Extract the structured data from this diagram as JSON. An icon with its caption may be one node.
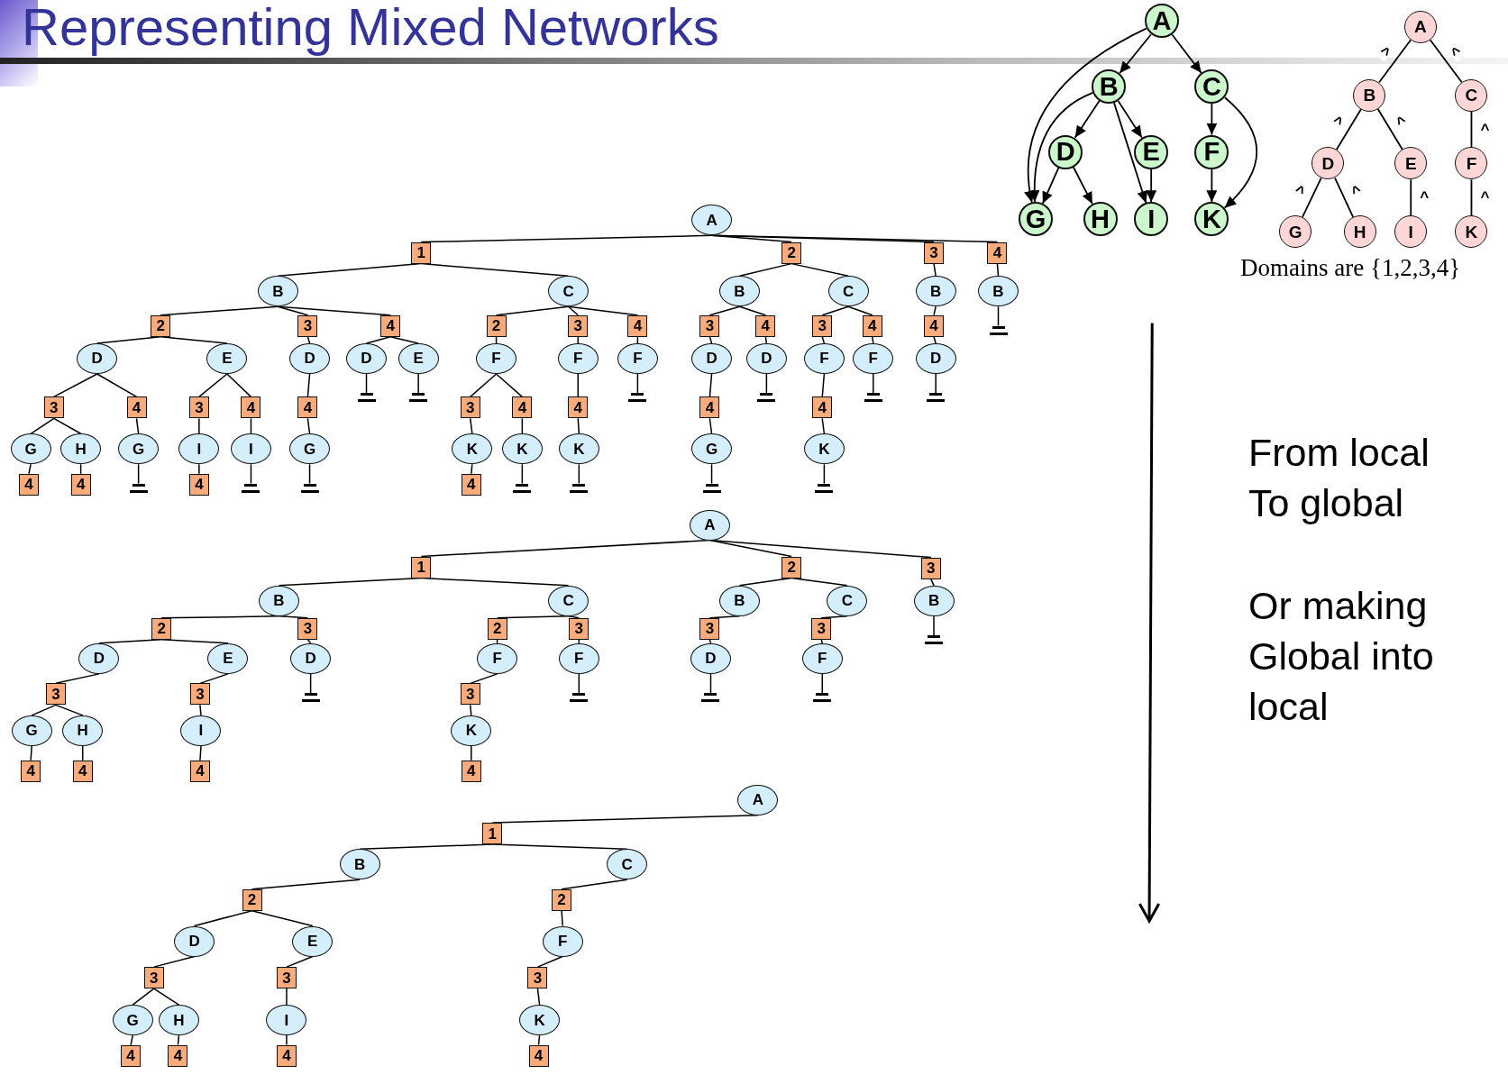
{
  "diagram": {
    "title": "Representing Mixed Networks",
    "nodes": [
      {
        "text": [
          "A"
        ]
      },
      {
        "text": [
          "B"
        ]
      },
      {
        "text": [
          "C"
        ]
      },
      {
        "text": [
          "D"
        ]
      },
      {
        "text": [
          "E"
        ]
      },
      {
        "text": [
          "F"
        ]
      },
      {
        "text": [
          "G"
        ]
      },
      {
        "text": [
          "H"
        ]
      },
      {
        "text": [
          "I"
        ]
      },
      {
        "text": [
          "K"
        ]
      },
      {
        "text": [
          "A"
        ]
      },
      {
        "text": [
          "B"
        ]
      },
      {
        "text": [
          "C"
        ]
      },
      {
        "text": [
          "D"
        ]
      },
      {
        "text": [
          "E"
        ]
      },
      {
        "text": [
          "F"
        ]
      },
      {
        "text": [
          "G"
        ]
      },
      {
        "text": [
          "H"
        ]
      },
      {
        "text": [
          "I"
        ]
      },
      {
        "text": [
          "K"
        ]
      },
      {
        "text": [
          "A"
        ]
      },
      {
        "text": [
          "1"
        ]
      },
      {
        "text": [
          "B"
        ]
      },
      {
        "text": [
          "2"
        ]
      },
      {
        "text": [
          "D"
        ]
      },
      {
        "text": [
          "3"
        ]
      },
      {
        "text": [
          "G"
        ]
      },
      {
        "text": [
          "4"
        ]
      },
      {
        "text": [
          "H"
        ]
      },
      {
        "text": [
          "4"
        ]
      },
      {
        "text": [
          "4"
        ]
      },
      {
        "text": [
          "G"
        ]
      },
      {
        "text": [
          "E"
        ]
      },
      {
        "text": [
          "3"
        ]
      },
      {
        "text": [
          "I"
        ]
      },
      {
        "text": [
          "4"
        ]
      },
      {
        "text": [
          "4"
        ]
      },
      {
        "text": [
          "I"
        ]
      },
      {
        "text": [
          "3"
        ]
      },
      {
        "text": [
          "D"
        ]
      },
      {
        "text": [
          "4"
        ]
      },
      {
        "text": [
          "G"
        ]
      },
      {
        "text": [
          "4"
        ]
      },
      {
        "text": [
          "D"
        ]
      },
      {
        "text": [
          "E"
        ]
      },
      {
        "text": [
          "C"
        ]
      },
      {
        "text": [
          "2"
        ]
      },
      {
        "text": [
          "F"
        ]
      },
      {
        "text": [
          "3"
        ]
      },
      {
        "text": [
          "K"
        ]
      },
      {
        "text": [
          "4"
        ]
      },
      {
        "text": [
          "4"
        ]
      },
      {
        "text": [
          "K"
        ]
      },
      {
        "text": [
          "3"
        ]
      },
      {
        "text": [
          "F"
        ]
      },
      {
        "text": [
          "4"
        ]
      },
      {
        "text": [
          "K"
        ]
      },
      {
        "text": [
          "4"
        ]
      },
      {
        "text": [
          "F"
        ]
      },
      {
        "text": [
          "2"
        ]
      },
      {
        "text": [
          "B"
        ]
      },
      {
        "text": [
          "3"
        ]
      },
      {
        "text": [
          "D"
        ]
      },
      {
        "text": [
          "4"
        ]
      },
      {
        "text": [
          "G"
        ]
      },
      {
        "text": [
          "4"
        ]
      },
      {
        "text": [
          "D"
        ]
      },
      {
        "text": [
          "C"
        ]
      },
      {
        "text": [
          "3"
        ]
      },
      {
        "text": [
          "F"
        ]
      },
      {
        "text": [
          "4"
        ]
      },
      {
        "text": [
          "K"
        ]
      },
      {
        "text": [
          "4"
        ]
      },
      {
        "text": [
          "F"
        ]
      },
      {
        "text": [
          "3"
        ]
      },
      {
        "text": [
          "B"
        ]
      },
      {
        "text": [
          "4"
        ]
      },
      {
        "text": [
          "D"
        ]
      },
      {
        "text": [
          "4"
        ]
      },
      {
        "text": [
          "B"
        ]
      },
      {
        "text": [
          "A"
        ]
      },
      {
        "text": [
          "1"
        ]
      },
      {
        "text": [
          "B"
        ]
      },
      {
        "text": [
          "2"
        ]
      },
      {
        "text": [
          "D"
        ]
      },
      {
        "text": [
          "3"
        ]
      },
      {
        "text": [
          "G"
        ]
      },
      {
        "text": [
          "4"
        ]
      },
      {
        "text": [
          "H"
        ]
      },
      {
        "text": [
          "4"
        ]
      },
      {
        "text": [
          "E"
        ]
      },
      {
        "text": [
          "3"
        ]
      },
      {
        "text": [
          "I"
        ]
      },
      {
        "text": [
          "4"
        ]
      },
      {
        "text": [
          "3"
        ]
      },
      {
        "text": [
          "D"
        ]
      },
      {
        "text": [
          "C"
        ]
      },
      {
        "text": [
          "2"
        ]
      },
      {
        "text": [
          "F"
        ]
      },
      {
        "text": [
          "3"
        ]
      },
      {
        "text": [
          "K"
        ]
      },
      {
        "text": [
          "4"
        ]
      },
      {
        "text": [
          "3"
        ]
      },
      {
        "text": [
          "F"
        ]
      },
      {
        "text": [
          "2"
        ]
      },
      {
        "text": [
          "B"
        ]
      },
      {
        "text": [
          "3"
        ]
      },
      {
        "text": [
          "D"
        ]
      },
      {
        "text": [
          "C"
        ]
      },
      {
        "text": [
          "3"
        ]
      },
      {
        "text": [
          "F"
        ]
      },
      {
        "text": [
          "3"
        ]
      },
      {
        "text": [
          "B"
        ]
      },
      {
        "text": [
          "A"
        ]
      },
      {
        "text": [
          "1"
        ]
      },
      {
        "text": [
          "B"
        ]
      },
      {
        "text": [
          "2"
        ]
      },
      {
        "text": [
          "D"
        ]
      },
      {
        "text": [
          "3"
        ]
      },
      {
        "text": [
          "G"
        ]
      },
      {
        "text": [
          "4"
        ]
      },
      {
        "text": [
          "H"
        ]
      },
      {
        "text": [
          "4"
        ]
      },
      {
        "text": [
          "E"
        ]
      },
      {
        "text": [
          "3"
        ]
      },
      {
        "text": [
          "I"
        ]
      },
      {
        "text": [
          "4"
        ]
      },
      {
        "text": [
          "C"
        ]
      },
      {
        "text": [
          "2"
        ]
      },
      {
        "text": [
          "F"
        ]
      },
      {
        "text": [
          "3"
        ]
      },
      {
        "text": [
          "K"
        ]
      },
      {
        "text": [
          "4"
        ]
      },
      {
        "text": [],
        "shape": "bar"
      },
      {
        "text": [],
        "shape": "bar"
      },
      {
        "text": [],
        "shape": "bar"
      },
      {
        "text": [],
        "shape": "bar"
      },
      {
        "text": [],
        "shape": "bar"
      },
      {
        "text": [],
        "shape": "bar"
      },
      {
        "text": [],
        "shape": "bar"
      },
      {
        "text": [],
        "shape": "bar"
      },
      {
        "text": [],
        "shape": "bar"
      },
      {
        "text": [],
        "shape": "bar"
      },
      {
        "text": [],
        "shape": "bar"
      },
      {
        "text": [],
        "shape": "bar"
      },
      {
        "text": [],
        "shape": "bar"
      },
      {
        "text": [],
        "shape": "bar"
      },
      {
        "text": [],
        "shape": "bar"
      },
      {
        "text": [],
        "shape": "bar"
      },
      {
        "text": [],
        "shape": "bar"
      },
      {
        "text": [],
        "shape": "bar"
      },
      {
        "text": [],
        "shape": "bar"
      }
    ],
    "edges": [
      {
        "from": 0,
        "to": 1,
        "arrow": "to"
      },
      {
        "from": 0,
        "to": 2,
        "arrow": "to"
      },
      {
        "from": 0,
        "to": 6,
        "arrow": "to"
      },
      {
        "from": 1,
        "to": 3,
        "arrow": "to"
      },
      {
        "from": 1,
        "to": 4,
        "arrow": "to"
      },
      {
        "from": 1,
        "to": 8,
        "arrow": "to"
      },
      {
        "from": 1,
        "to": 6,
        "arrow": "to"
      },
      {
        "from": 2,
        "to": 5,
        "arrow": "to"
      },
      {
        "from": 2,
        "to": 9,
        "arrow": "to"
      },
      {
        "from": 3,
        "to": 6,
        "arrow": "to"
      },
      {
        "from": 3,
        "to": 7,
        "arrow": "to"
      },
      {
        "from": 4,
        "to": 8,
        "arrow": "to"
      },
      {
        "from": 5,
        "to": 9,
        "arrow": "to"
      },
      {
        "from": 10,
        "to": 11,
        "arrow": "none",
        "label": "^"
      },
      {
        "from": 10,
        "to": 12,
        "arrow": "none",
        "label": "^"
      },
      {
        "from": 11,
        "to": 13,
        "arrow": "none",
        "label": "^"
      },
      {
        "from": 11,
        "to": 14,
        "arrow": "none",
        "label": "^"
      },
      {
        "from": 12,
        "to": 15,
        "arrow": "none",
        "label": "^"
      },
      {
        "from": 13,
        "to": 16,
        "arrow": "none",
        "label": "^"
      },
      {
        "from": 13,
        "to": 17,
        "arrow": "none",
        "label": "^"
      },
      {
        "from": 14,
        "to": 18,
        "arrow": "none",
        "label": "^"
      },
      {
        "from": 15,
        "to": 19,
        "arrow": "none",
        "label": "^"
      },
      {
        "from": 20,
        "to": 21,
        "arrow": "none"
      },
      {
        "from": 20,
        "to": 59,
        "arrow": "none"
      },
      {
        "from": 20,
        "to": 74,
        "arrow": "none"
      },
      {
        "from": 20,
        "to": 78,
        "arrow": "none"
      },
      {
        "from": 21,
        "to": 22,
        "arrow": "none"
      },
      {
        "from": 21,
        "to": 45,
        "arrow": "none"
      },
      {
        "from": 22,
        "to": 23,
        "arrow": "none"
      },
      {
        "from": 22,
        "to": 38,
        "arrow": "none"
      },
      {
        "from": 22,
        "to": 42,
        "arrow": "none"
      },
      {
        "from": 23,
        "to": 24,
        "arrow": "none"
      },
      {
        "from": 23,
        "to": 32,
        "arrow": "none"
      },
      {
        "from": 24,
        "to": 25,
        "arrow": "none"
      },
      {
        "from": 24,
        "to": 30,
        "arrow": "none"
      },
      {
        "from": 25,
        "to": 26,
        "arrow": "none"
      },
      {
        "from": 25,
        "to": 28,
        "arrow": "none"
      },
      {
        "from": 26,
        "to": 27,
        "arrow": "none"
      },
      {
        "from": 28,
        "to": 29,
        "arrow": "none"
      },
      {
        "from": 30,
        "to": 31,
        "arrow": "none"
      },
      {
        "from": 32,
        "to": 33,
        "arrow": "none"
      },
      {
        "from": 32,
        "to": 36,
        "arrow": "none"
      },
      {
        "from": 33,
        "to": 34,
        "arrow": "none"
      },
      {
        "from": 34,
        "to": 35,
        "arrow": "none"
      },
      {
        "from": 36,
        "to": 37,
        "arrow": "none"
      },
      {
        "from": 38,
        "to": 39,
        "arrow": "none"
      },
      {
        "from": 39,
        "to": 40,
        "arrow": "none"
      },
      {
        "from": 40,
        "to": 41,
        "arrow": "none"
      },
      {
        "from": 42,
        "to": 43,
        "arrow": "none"
      },
      {
        "from": 42,
        "to": 44,
        "arrow": "none"
      },
      {
        "from": 45,
        "to": 46,
        "arrow": "none"
      },
      {
        "from": 45,
        "to": 53,
        "arrow": "none"
      },
      {
        "from": 45,
        "to": 57,
        "arrow": "none"
      },
      {
        "from": 46,
        "to": 47,
        "arrow": "none"
      },
      {
        "from": 47,
        "to": 48,
        "arrow": "none"
      },
      {
        "from": 47,
        "to": 51,
        "arrow": "none"
      },
      {
        "from": 48,
        "to": 49,
        "arrow": "none"
      },
      {
        "from": 49,
        "to": 50,
        "arrow": "none"
      },
      {
        "from": 51,
        "to": 52,
        "arrow": "none"
      },
      {
        "from": 53,
        "to": 54,
        "arrow": "none"
      },
      {
        "from": 54,
        "to": 55,
        "arrow": "none"
      },
      {
        "from": 55,
        "to": 56,
        "arrow": "none"
      },
      {
        "from": 57,
        "to": 58,
        "arrow": "none"
      },
      {
        "from": 59,
        "to": 60,
        "arrow": "none"
      },
      {
        "from": 59,
        "to": 67,
        "arrow": "none"
      },
      {
        "from": 60,
        "to": 61,
        "arrow": "none"
      },
      {
        "from": 60,
        "to": 65,
        "arrow": "none"
      },
      {
        "from": 61,
        "to": 62,
        "arrow": "none"
      },
      {
        "from": 62,
        "to": 63,
        "arrow": "none"
      },
      {
        "from": 63,
        "to": 64,
        "arrow": "none"
      },
      {
        "from": 65,
        "to": 66,
        "arrow": "none"
      },
      {
        "from": 67,
        "to": 68,
        "arrow": "none"
      },
      {
        "from": 67,
        "to": 72,
        "arrow": "none"
      },
      {
        "from": 68,
        "to": 69,
        "arrow": "none"
      },
      {
        "from": 69,
        "to": 70,
        "arrow": "none"
      },
      {
        "from": 70,
        "to": 71,
        "arrow": "none"
      },
      {
        "from": 72,
        "to": 73,
        "arrow": "none"
      },
      {
        "from": 74,
        "to": 75,
        "arrow": "none"
      },
      {
        "from": 75,
        "to": 76,
        "arrow": "none"
      },
      {
        "from": 76,
        "to": 77,
        "arrow": "none"
      },
      {
        "from": 78,
        "to": 79,
        "arrow": "none"
      },
      {
        "from": 31,
        "to": 133,
        "arrow": "none"
      },
      {
        "from": 37,
        "to": 134,
        "arrow": "none"
      },
      {
        "from": 41,
        "to": 135,
        "arrow": "none"
      },
      {
        "from": 43,
        "to": 136,
        "arrow": "none"
      },
      {
        "from": 44,
        "to": 137,
        "arrow": "none"
      },
      {
        "from": 52,
        "to": 138,
        "arrow": "none"
      },
      {
        "from": 56,
        "to": 139,
        "arrow": "none"
      },
      {
        "from": 58,
        "to": 140,
        "arrow": "none"
      },
      {
        "from": 64,
        "to": 141,
        "arrow": "none"
      },
      {
        "from": 66,
        "to": 142,
        "arrow": "none"
      },
      {
        "from": 71,
        "to": 143,
        "arrow": "none"
      },
      {
        "from": 73,
        "to": 144,
        "arrow": "none"
      },
      {
        "from": 77,
        "to": 145,
        "arrow": "none"
      },
      {
        "from": 79,
        "to": 146,
        "arrow": "none"
      },
      {
        "from": 80,
        "to": 81,
        "arrow": "none"
      },
      {
        "from": 80,
        "to": 104,
        "arrow": "none"
      },
      {
        "from": 80,
        "to": 111,
        "arrow": "none"
      },
      {
        "from": 81,
        "to": 82,
        "arrow": "none"
      },
      {
        "from": 81,
        "to": 96,
        "arrow": "none"
      },
      {
        "from": 82,
        "to": 83,
        "arrow": "none"
      },
      {
        "from": 82,
        "to": 94,
        "arrow": "none"
      },
      {
        "from": 83,
        "to": 84,
        "arrow": "none"
      },
      {
        "from": 83,
        "to": 90,
        "arrow": "none"
      },
      {
        "from": 84,
        "to": 85,
        "arrow": "none"
      },
      {
        "from": 85,
        "to": 86,
        "arrow": "none"
      },
      {
        "from": 85,
        "to": 88,
        "arrow": "none"
      },
      {
        "from": 86,
        "to": 87,
        "arrow": "none"
      },
      {
        "from": 88,
        "to": 89,
        "arrow": "none"
      },
      {
        "from": 90,
        "to": 91,
        "arrow": "none"
      },
      {
        "from": 91,
        "to": 92,
        "arrow": "none"
      },
      {
        "from": 92,
        "to": 93,
        "arrow": "none"
      },
      {
        "from": 94,
        "to": 95,
        "arrow": "none"
      },
      {
        "from": 96,
        "to": 97,
        "arrow": "none"
      },
      {
        "from": 96,
        "to": 102,
        "arrow": "none"
      },
      {
        "from": 97,
        "to": 98,
        "arrow": "none"
      },
      {
        "from": 98,
        "to": 99,
        "arrow": "none"
      },
      {
        "from": 99,
        "to": 100,
        "arrow": "none"
      },
      {
        "from": 100,
        "to": 101,
        "arrow": "none"
      },
      {
        "from": 102,
        "to": 103,
        "arrow": "none"
      },
      {
        "from": 104,
        "to": 105,
        "arrow": "none"
      },
      {
        "from": 104,
        "to": 108,
        "arrow": "none"
      },
      {
        "from": 105,
        "to": 106,
        "arrow": "none"
      },
      {
        "from": 106,
        "to": 107,
        "arrow": "none"
      },
      {
        "from": 108,
        "to": 109,
        "arrow": "none"
      },
      {
        "from": 109,
        "to": 110,
        "arrow": "none"
      },
      {
        "from": 111,
        "to": 112,
        "arrow": "none"
      },
      {
        "from": 95,
        "to": 147,
        "arrow": "none"
      },
      {
        "from": 103,
        "to": 148,
        "arrow": "none"
      },
      {
        "from": 107,
        "to": 149,
        "arrow": "none"
      },
      {
        "from": 110,
        "to": 150,
        "arrow": "none"
      },
      {
        "from": 112,
        "to": 151,
        "arrow": "none"
      },
      {
        "from": 113,
        "to": 114,
        "arrow": "none"
      },
      {
        "from": 114,
        "to": 115,
        "arrow": "none"
      },
      {
        "from": 114,
        "to": 127,
        "arrow": "none"
      },
      {
        "from": 115,
        "to": 116,
        "arrow": "none"
      },
      {
        "from": 116,
        "to": 117,
        "arrow": "none"
      },
      {
        "from": 116,
        "to": 123,
        "arrow": "none"
      },
      {
        "from": 117,
        "to": 118,
        "arrow": "none"
      },
      {
        "from": 118,
        "to": 119,
        "arrow": "none"
      },
      {
        "from": 118,
        "to": 121,
        "arrow": "none"
      },
      {
        "from": 119,
        "to": 120,
        "arrow": "none"
      },
      {
        "from": 121,
        "to": 122,
        "arrow": "none"
      },
      {
        "from": 123,
        "to": 124,
        "arrow": "none"
      },
      {
        "from": 124,
        "to": 125,
        "arrow": "none"
      },
      {
        "from": 125,
        "to": 126,
        "arrow": "none"
      },
      {
        "from": 127,
        "to": 128,
        "arrow": "none"
      },
      {
        "from": 128,
        "to": 129,
        "arrow": "none"
      },
      {
        "from": 129,
        "to": 130,
        "arrow": "none"
      },
      {
        "from": 130,
        "to": 131,
        "arrow": "none"
      },
      {
        "from": 131,
        "to": 132,
        "arrow": "none"
      }
    ],
    "labels": [
      "Domains are {1,2,3,4}",
      "From local To global",
      "Or making Global into local"
    ]
  }
}
